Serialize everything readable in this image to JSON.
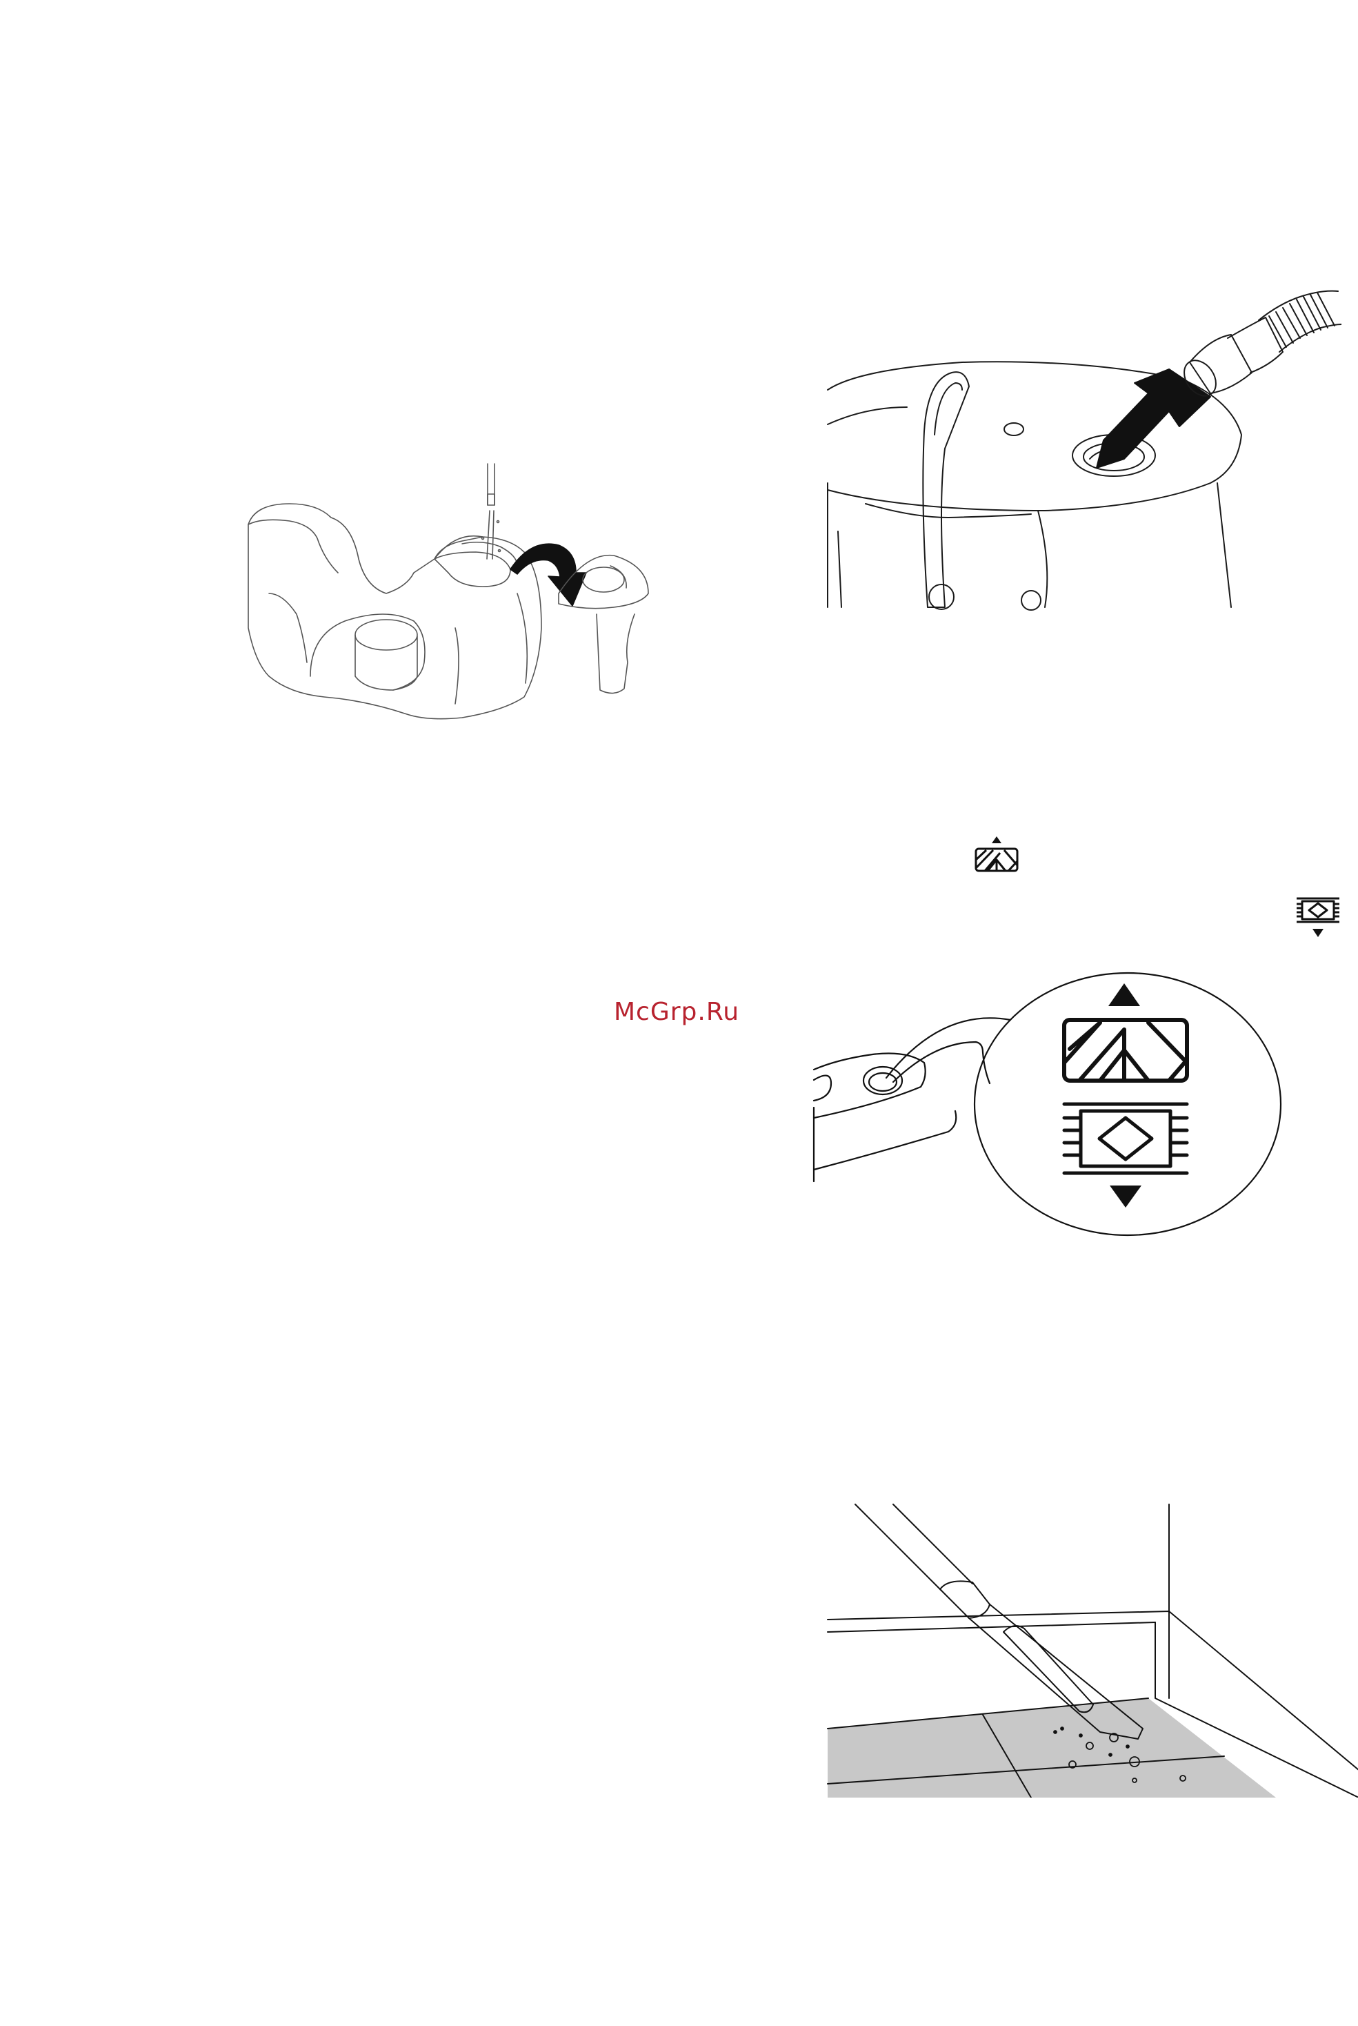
{
  "watermark": {
    "text": "McGrp.Ru",
    "color": "#b8232f"
  },
  "figures": [
    {
      "name": "water-tank-filling",
      "icon": "tank-with-tap-and-lid-arrow"
    },
    {
      "name": "hose-connection",
      "icon": "hose-into-inlet-arrow"
    },
    {
      "name": "carpet-mode-symbol",
      "icon": "carpet-up-arrow-icon"
    },
    {
      "name": "hard-floor-mode-symbol",
      "icon": "floor-down-arrow-icon"
    },
    {
      "name": "nozzle-switch-callout",
      "icon": "nozzle-pedal-callout"
    },
    {
      "name": "crevice-tool-cleaning",
      "icon": "crevice-tool-corner"
    }
  ],
  "colors": {
    "line": "#1a1a1a",
    "floor_fill": "#c8c8c8"
  }
}
